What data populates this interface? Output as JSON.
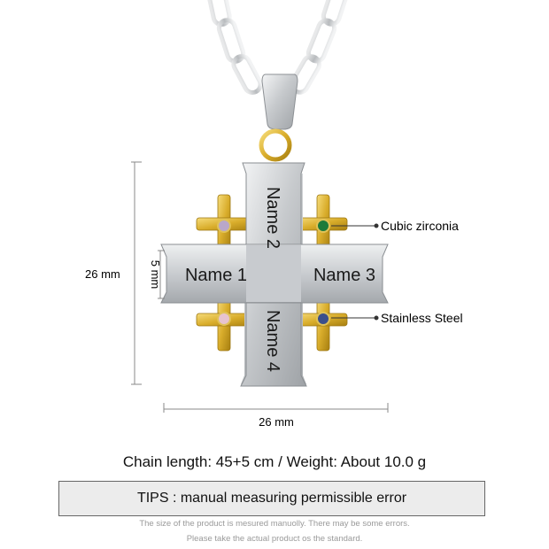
{
  "pendant": {
    "engravings": [
      "Name 1",
      "Name 2",
      "Name 3",
      "Name 4"
    ],
    "stone_colors": {
      "top_left": "#b9a7c9",
      "top_right": "#1c7a3a",
      "bottom_left": "#e7c3cf",
      "bottom_right": "#3b4f8c"
    },
    "metal_colors": {
      "steel": "#c9ccd0",
      "gold": "#d9ad2b"
    }
  },
  "dimensions": {
    "height": "26 mm",
    "width": "26 mm",
    "arm_width": "5 mm"
  },
  "callouts": {
    "stone": "Cubic zirconia",
    "material": "Stainless Steel"
  },
  "specs": "Chain length: 45+5 cm / Weight: About 10.0 g",
  "tips": "TIPS : manual measuring permissible error",
  "notes": {
    "line1": "The size of the product is mesured manuolly. There may be some errors.",
    "line2": "Please take the actual product os the standard."
  }
}
